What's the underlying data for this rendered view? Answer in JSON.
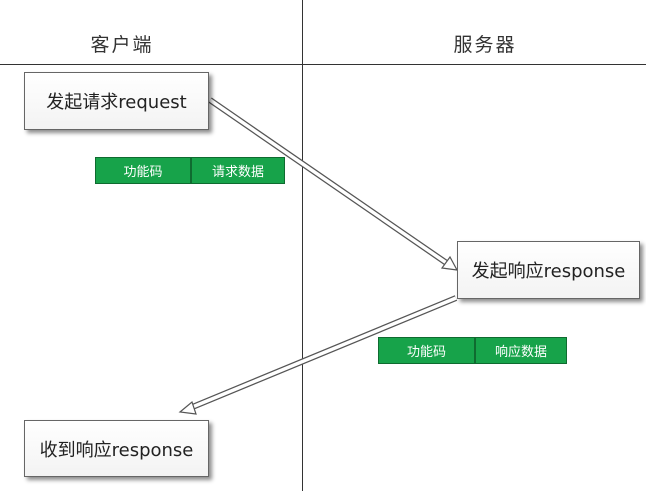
{
  "headers": {
    "client": "客户端",
    "server": "服务器"
  },
  "boxes": {
    "client_request": "发起请求request",
    "server_response": "发起响应response",
    "client_receive": "收到响应response"
  },
  "request_packet": {
    "code": "功能码",
    "data": "请求数据"
  },
  "response_packet": {
    "code": "功能码",
    "data": "响应数据"
  },
  "colors": {
    "packet_fill": "#17a34a",
    "packet_text": "#ffffff"
  }
}
